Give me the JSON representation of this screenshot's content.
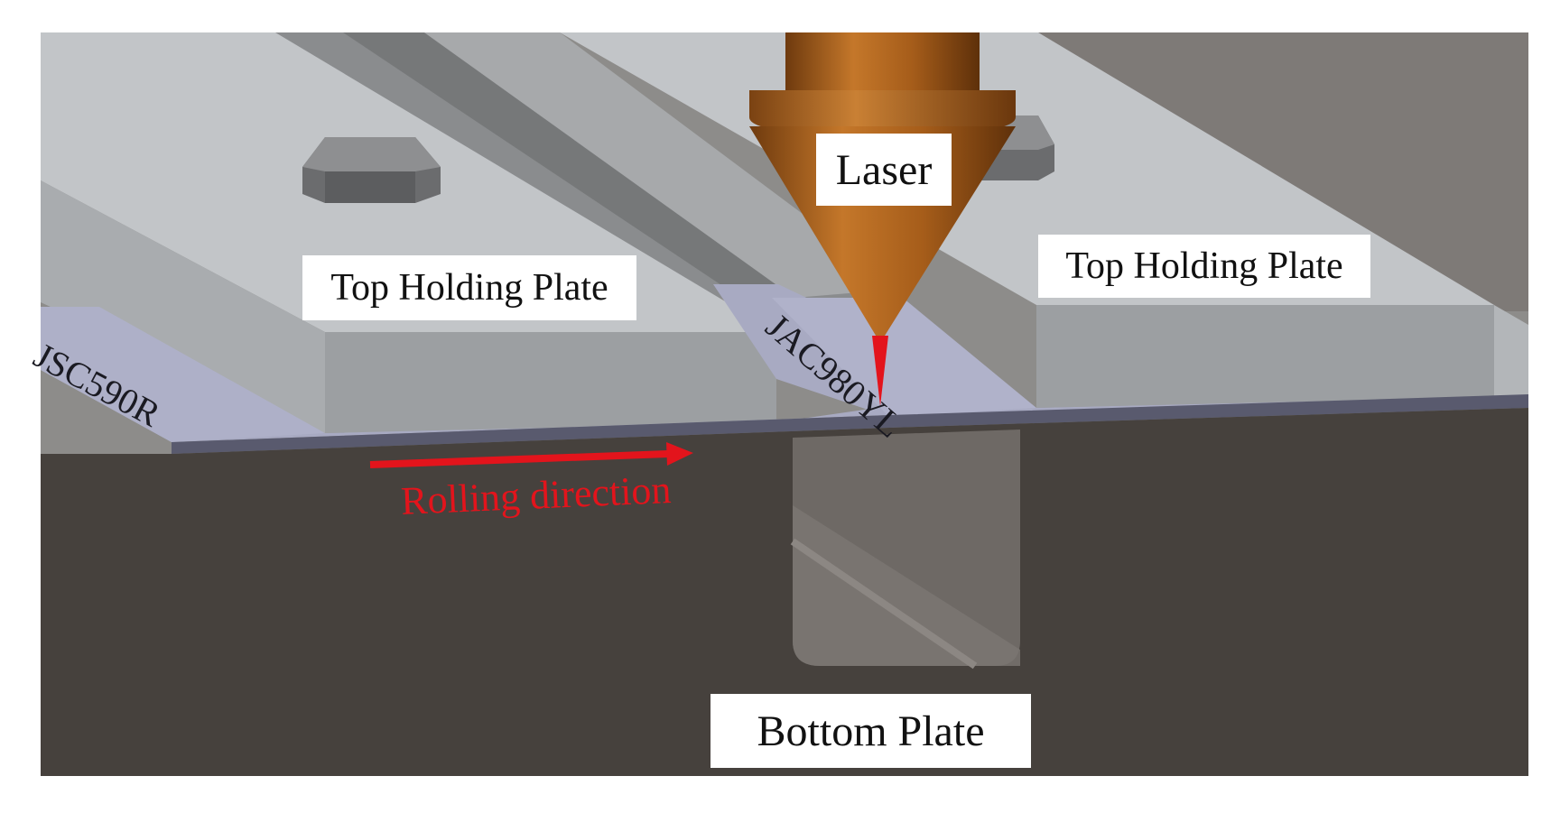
{
  "labels": {
    "laser": "Laser",
    "top_holding_plate_left": "Top Holding Plate",
    "top_holding_plate_right": "Top Holding Plate",
    "bottom_plate": "Bottom Plate",
    "rolling_direction": "Rolling direction",
    "sheet_left": "JSC590R",
    "sheet_right": "JAC980YL"
  },
  "colors": {
    "bottom_plate": "#46413d",
    "top_plate_top": "#c2c5c8",
    "top_plate_front": "#9c9fa2",
    "sheet": "#a8aac2",
    "laser_nozzle": "#b5651d",
    "beam": "#e3141c",
    "arrow": "#e3141c",
    "background_rail": "#8d8c8a"
  },
  "icons": {
    "bolt": "hex-bolt-icon",
    "arrow": "arrow-right-icon"
  }
}
